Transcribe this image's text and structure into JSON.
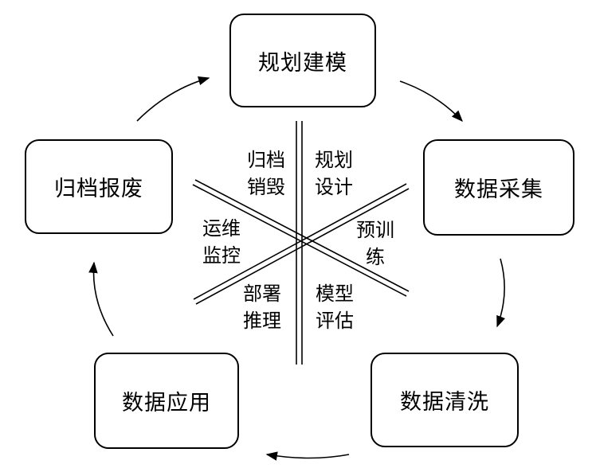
{
  "stages": [
    {
      "id": "planning-modeling",
      "label": "规划建模"
    },
    {
      "id": "data-collection",
      "label": "数据采集"
    },
    {
      "id": "data-cleaning",
      "label": "数据清洗"
    },
    {
      "id": "data-application",
      "label": "数据应用"
    },
    {
      "id": "archive-scrap",
      "label": "归档报废"
    }
  ],
  "sectors": [
    {
      "id": "plan-design",
      "label": "规划\n设计"
    },
    {
      "id": "pretrain",
      "label": "预训\n练"
    },
    {
      "id": "model-eval",
      "label": "模型\n评估"
    },
    {
      "id": "deploy-infer",
      "label": "部署\n推理"
    },
    {
      "id": "ops-monitor",
      "label": "运维\n监控"
    },
    {
      "id": "archive-destroy",
      "label": "归档\n销毁"
    }
  ]
}
